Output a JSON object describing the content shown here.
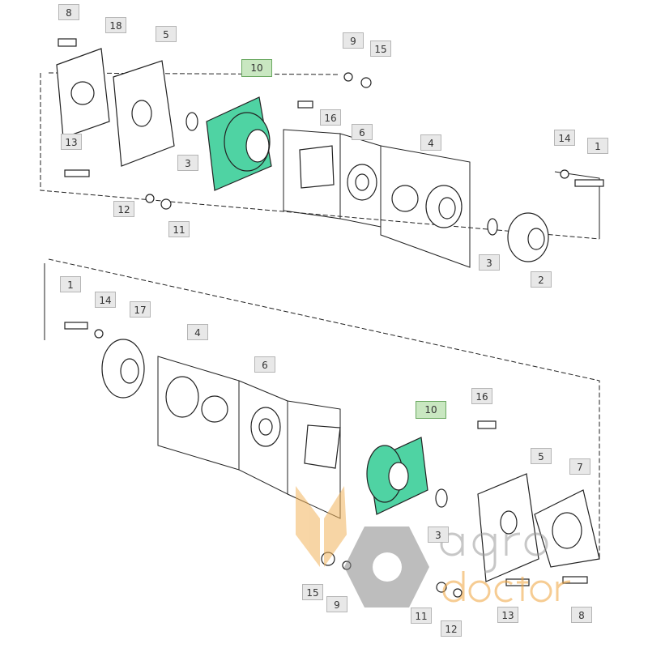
{
  "diagram": {
    "title": "Bearing housing assembly exploded view",
    "highlight_color": "#4fd3a3",
    "top_assembly": {
      "labels": [
        {
          "id": "8",
          "highlighted": false
        },
        {
          "id": "18",
          "highlighted": false
        },
        {
          "id": "5",
          "highlighted": false
        },
        {
          "id": "10",
          "highlighted": true
        },
        {
          "id": "9",
          "highlighted": false
        },
        {
          "id": "15",
          "highlighted": false
        },
        {
          "id": "16",
          "highlighted": false
        },
        {
          "id": "6",
          "highlighted": false
        },
        {
          "id": "4",
          "highlighted": false
        },
        {
          "id": "13",
          "highlighted": false
        },
        {
          "id": "3",
          "highlighted": false
        },
        {
          "id": "14",
          "highlighted": false
        },
        {
          "id": "1",
          "highlighted": false
        },
        {
          "id": "12",
          "highlighted": false
        },
        {
          "id": "11",
          "highlighted": false
        },
        {
          "id": "3",
          "highlighted": false
        },
        {
          "id": "2",
          "highlighted": false
        }
      ]
    },
    "bottom_assembly": {
      "labels": [
        {
          "id": "1",
          "highlighted": false
        },
        {
          "id": "14",
          "highlighted": false
        },
        {
          "id": "17",
          "highlighted": false
        },
        {
          "id": "4",
          "highlighted": false
        },
        {
          "id": "6",
          "highlighted": false
        },
        {
          "id": "16",
          "highlighted": false
        },
        {
          "id": "10",
          "highlighted": true
        },
        {
          "id": "5",
          "highlighted": false
        },
        {
          "id": "7",
          "highlighted": false
        },
        {
          "id": "3",
          "highlighted": false
        },
        {
          "id": "15",
          "highlighted": false
        },
        {
          "id": "9",
          "highlighted": false
        },
        {
          "id": "11",
          "highlighted": false
        },
        {
          "id": "12",
          "highlighted": false
        },
        {
          "id": "13",
          "highlighted": false
        },
        {
          "id": "8",
          "highlighted": false
        }
      ]
    },
    "watermark": {
      "line1": "agro",
      "line2": "doctor"
    }
  }
}
